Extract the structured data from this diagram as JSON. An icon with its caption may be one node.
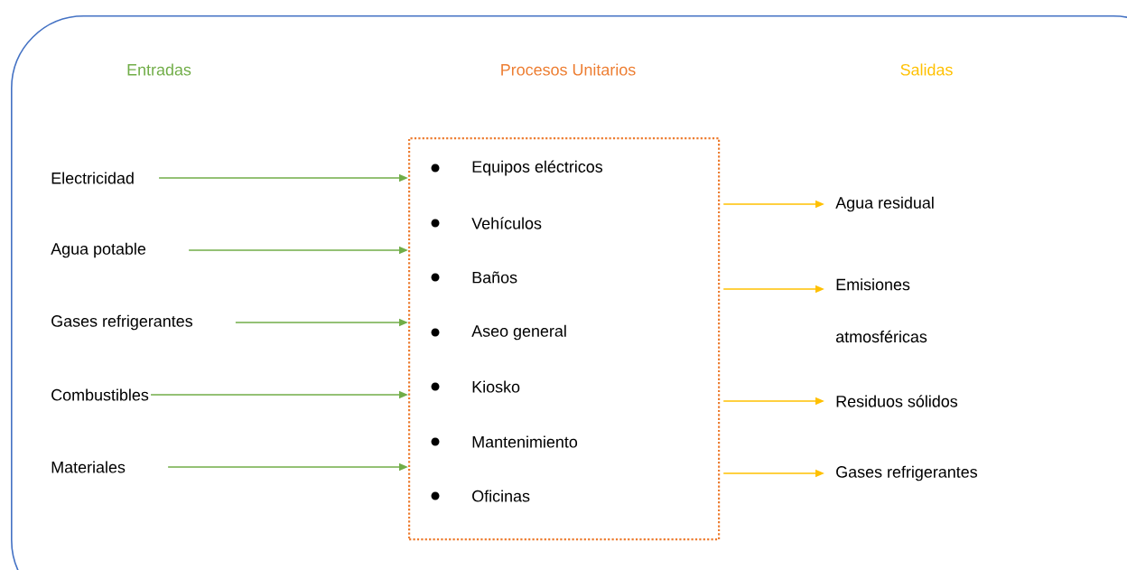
{
  "diagram": {
    "nodes": [
      {
        "text": [],
        "shape": "box"
      },
      {
        "text": [
          "Equipos eléctricos",
          "Vehículos",
          "Baños",
          "Aseo general",
          "Kiosko",
          "Mantenimiento",
          "Oficinas"
        ],
        "in": 0
      },
      {
        "text": [
          "Electricidad"
        ],
        "in": 0
      },
      {
        "text": [
          "Agua potable"
        ],
        "in": 0
      },
      {
        "text": [
          "Gases refrigerantes"
        ],
        "in": 0
      },
      {
        "text": [
          "Combustibles"
        ],
        "in": 0
      },
      {
        "text": [
          "Materiales"
        ],
        "in": 0
      },
      {
        "text": [
          "Agua residual"
        ],
        "in": 0
      },
      {
        "text": [
          "Emisiones atmosféricas"
        ],
        "in": 0
      },
      {
        "text": [
          "Residuos sólidos"
        ],
        "in": 0
      },
      {
        "text": [
          "Gases refrigerantes"
        ],
        "in": 0
      }
    ],
    "edges": [
      {
        "from": 2,
        "to": 1,
        "arrow": "to",
        "color": "#70ad47"
      },
      {
        "from": 3,
        "to": 1,
        "arrow": "to",
        "color": "#70ad47"
      },
      {
        "from": 4,
        "to": 1,
        "arrow": "to",
        "color": "#70ad47"
      },
      {
        "from": 5,
        "to": 1,
        "arrow": "to",
        "color": "#70ad47"
      },
      {
        "from": 6,
        "to": 1,
        "arrow": "to",
        "color": "#70ad47"
      },
      {
        "from": 1,
        "to": 7,
        "arrow": "to",
        "color": "#ffc000"
      },
      {
        "from": 1,
        "to": 8,
        "arrow": "to",
        "color": "#ffc000"
      },
      {
        "from": 1,
        "to": 9,
        "arrow": "to",
        "color": "#ffc000"
      },
      {
        "from": 1,
        "to": 10,
        "arrow": "to",
        "color": "#ffc000"
      }
    ],
    "labels": [
      "Entradas",
      "Procesos Unitarios",
      "Salidas"
    ]
  }
}
